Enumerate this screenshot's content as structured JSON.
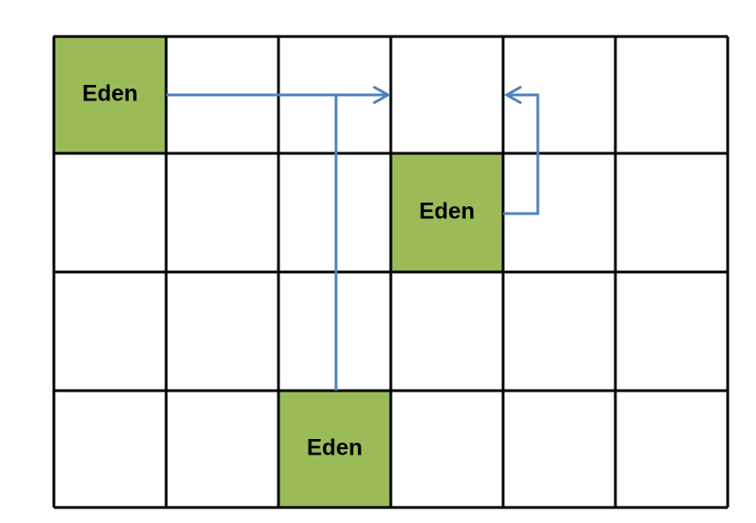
{
  "grid": {
    "rows": 4,
    "columns": 6
  },
  "colors": {
    "cell_fill": "#9bbb59",
    "cell_border": "#6f8f3a",
    "grid_line": "#000000",
    "arrow": "#4f81bd"
  },
  "cells": [
    {
      "label": "Eden",
      "row": 0,
      "col": 0
    },
    {
      "label": "Eden",
      "row": 1,
      "col": 3
    },
    {
      "label": "Eden",
      "row": 3,
      "col": 2
    }
  ]
}
